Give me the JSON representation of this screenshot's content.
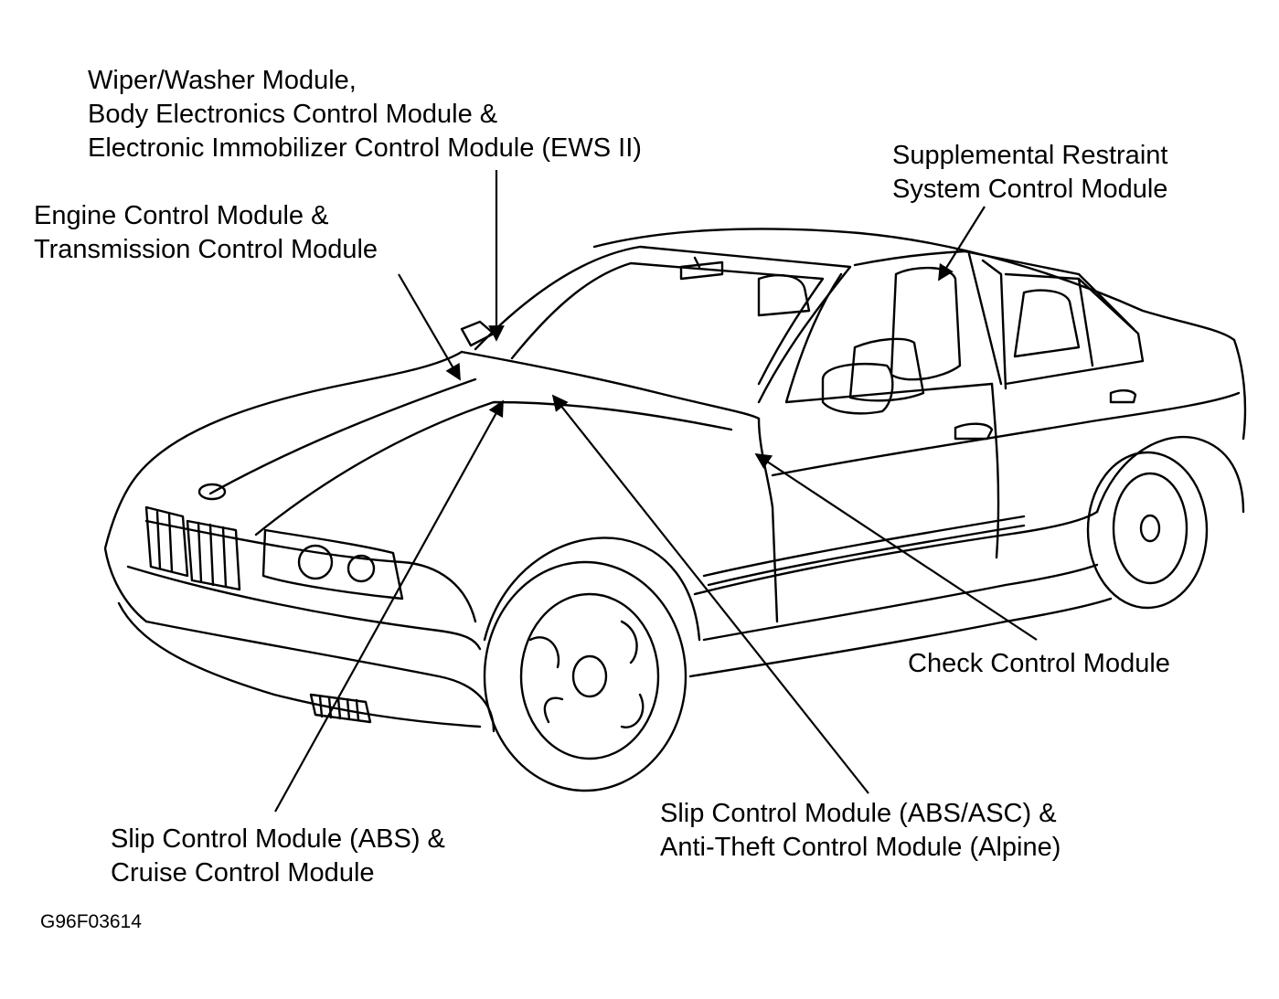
{
  "colors": {
    "ink": "#000000",
    "background": "#ffffff"
  },
  "labels": {
    "wiper": {
      "line1": "Wiper/Washer Module,",
      "line2": "Body Electronics Control Module &",
      "line3": "Electronic Immobilizer Control Module (EWS II)"
    },
    "engine": {
      "line1": "Engine Control Module &",
      "line2": "Transmission Control Module"
    },
    "srs": {
      "line1": "Supplemental Restraint",
      "line2": "System Control Module"
    },
    "check": {
      "line1": "Check Control Module"
    },
    "slip_alpine": {
      "line1": "Slip Control Module (ABS/ASC) &",
      "line2": "Anti-Theft Control Module (Alpine)"
    },
    "slip_cruise": {
      "line1": "Slip Control Module (ABS) &",
      "line2": "Cruise Control Module"
    },
    "figure_id": "G96F03614"
  }
}
